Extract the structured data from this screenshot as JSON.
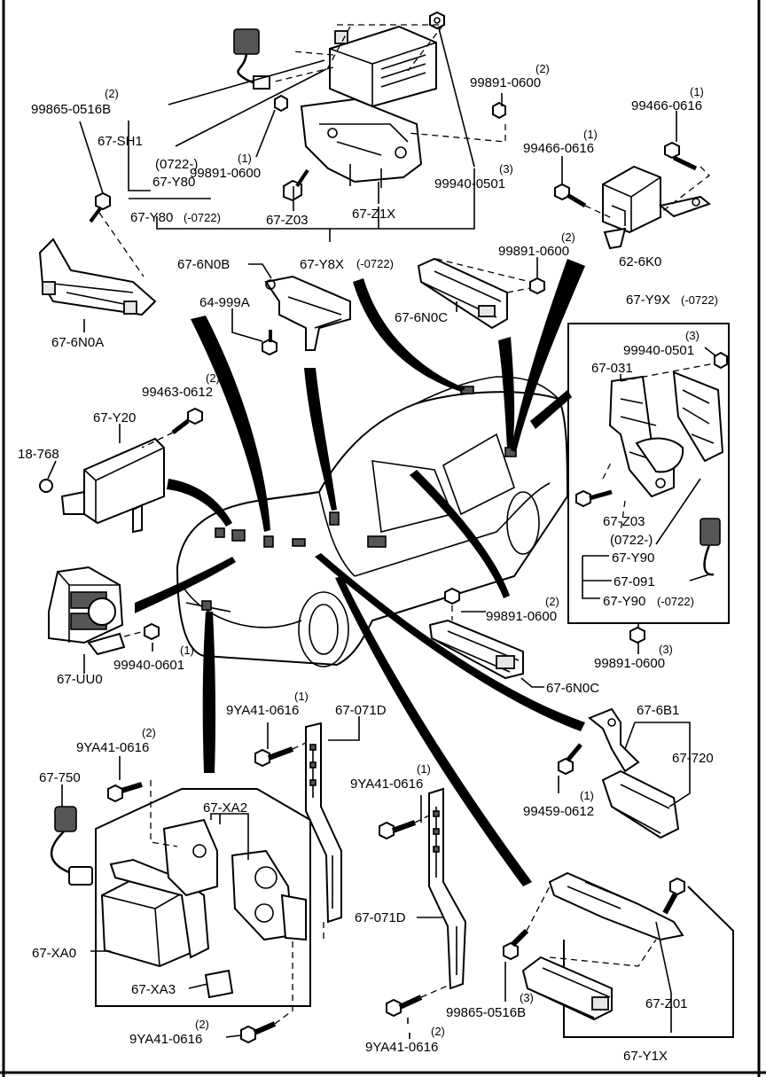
{
  "labels": {
    "l_99865_top": "99865-0516B",
    "q_99865_top": "(2)",
    "l_67sh1": "67-SH1",
    "l_0722a": "(0722-)",
    "l_67y80a": "67-Y80",
    "l_67y80b": "67-Y80",
    "l_y80_rng": "(-0722)",
    "q_99891_mid": "(1)",
    "l_99891_mid": "99891-0600",
    "l_67z03_top": "67-Z03",
    "l_67z1x": "67-Z1X",
    "q_99940_top": "(3)",
    "l_99940_top": "99940-0501",
    "q_99891_tr": "(2)",
    "l_99891_tr": "99891-0600",
    "q_99466_a": "(1)",
    "l_99466_a": "99466-0616",
    "q_99466_b": "(1)",
    "l_99466_b": "99466-0616",
    "l_626k0": "62-6K0",
    "l_676n0b": "67-6N0B",
    "l_67y8x": "67-Y8X",
    "l_y8x_rng": "(-0722)",
    "q_99891_6n0c": "(2)",
    "l_99891_6n0c": "99891-0600",
    "l_676n0c_top": "67-6N0C",
    "l_64999a": "64-999A",
    "l_676n0a": "67-6N0A",
    "l_67y9x": "67-Y9X",
    "l_y9x_rng": "(-0722)",
    "q_99940_box": "(3)",
    "l_99940_box": "99940-0501",
    "l_67031": "67-031",
    "q_99463": "(2)",
    "l_99463": "99463-0612",
    "l_67y20": "67-Y20",
    "l_18768": "18-768",
    "l_67z03_box": "67-Z03",
    "l_0722b": "(0722-)",
    "l_67y90a": "67-Y90",
    "l_67091": "67-091",
    "l_67y90b": "67-Y90",
    "l_y90_rng": "(-0722)",
    "q_99891_bot": "(3)",
    "l_99891_bot": "99891-0600",
    "q_99891_ctr": "(2)",
    "l_99891_ctr": "99891-0600",
    "l_676n0c_bot": "67-6N0C",
    "q_99940_0601": "(1)",
    "l_99940_0601": "99940-0601",
    "l_67uu0": "67-UU0",
    "q_9ya41_a": "(1)",
    "l_9ya41_a": "9YA41-0616",
    "l_67071d_a": "67-071D",
    "l_676b1": "67-6B1",
    "l_67720": "67-720",
    "q_9ya41_b": "(2)",
    "l_9ya41_b": "9YA41-0616",
    "l_67750": "67-750",
    "l_67xa2": "67-XA2",
    "q_9ya41_c": "(1)",
    "l_9ya41_c": "9YA41-0616",
    "q_99459": "(1)",
    "l_99459": "99459-0612",
    "l_67071d_b": "67-071D",
    "l_67xa0": "67-XA0",
    "l_67xa3": "67-XA3",
    "q_99865_bot": "(3)",
    "l_99865_bot": "99865-0516B",
    "l_67z01": "67-Z01",
    "q_9ya41_d": "(2)",
    "l_9ya41_d": "9YA41-0616",
    "q_9ya41_e": "(2)",
    "l_9ya41_e": "9YA41-0616",
    "l_67y1x": "67-Y1X"
  }
}
